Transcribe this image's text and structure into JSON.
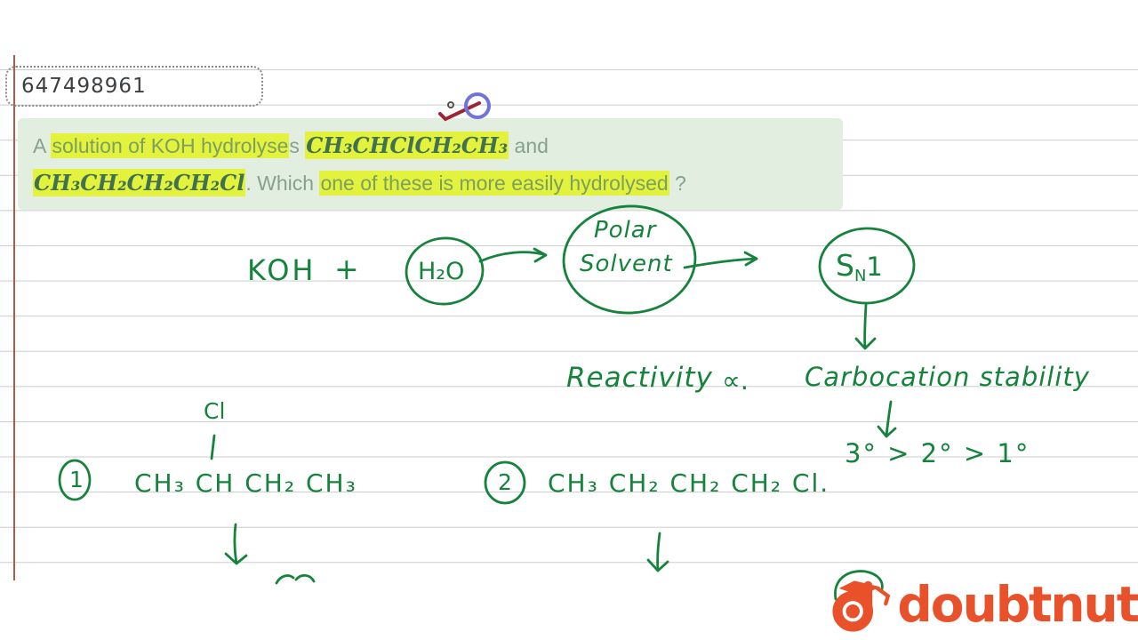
{
  "page": {
    "question_id": "647498961"
  },
  "question": {
    "line1": {
      "a": "A ",
      "b": "solution of KOH hydrolyse",
      "c": "s ",
      "formula": "CH₃CHClCH₂CH₃",
      "d": " and"
    },
    "line2": {
      "formula": "CH₃CH₂CH₂CH₂Cl",
      "a": ". Which ",
      "b": "one of these is more easily hydrolysed",
      "c": " ?"
    },
    "colors": {
      "box_bg": "#e2efe0",
      "highlight": "#e3f23c",
      "plain_text": "#87a18c",
      "formula_text": "#41724f"
    }
  },
  "solution": {
    "koh": "KOH",
    "plus": "+",
    "h2o": "H₂O",
    "polar_line1": "Polar",
    "polar_line2": "Solvent",
    "sn1_s": "S",
    "sn1_n": "N",
    "sn1_one": "1",
    "reactivity": "Reactivity",
    "proportional": "∝.",
    "carbocation": "Carbocation stability",
    "stability_order": "3° > 2° > 1°",
    "cl_label": "Cl",
    "label1": "1",
    "structure1": "CH₃ CH CH₂ CH₃",
    "label2": "2",
    "structure2": "CH₃ CH₂ CH₂ CH₂ Cl.",
    "ink_color": "#15833b"
  },
  "paper": {
    "margin_line_color": "#b05a4e",
    "rule_line_color": "#caccca"
  },
  "pointer": {
    "ring_color": "#7173d8",
    "stroke_color": "#9e2334"
  },
  "branding": {
    "logo_text": "doubtnut",
    "logo_color": "#e8512a"
  }
}
